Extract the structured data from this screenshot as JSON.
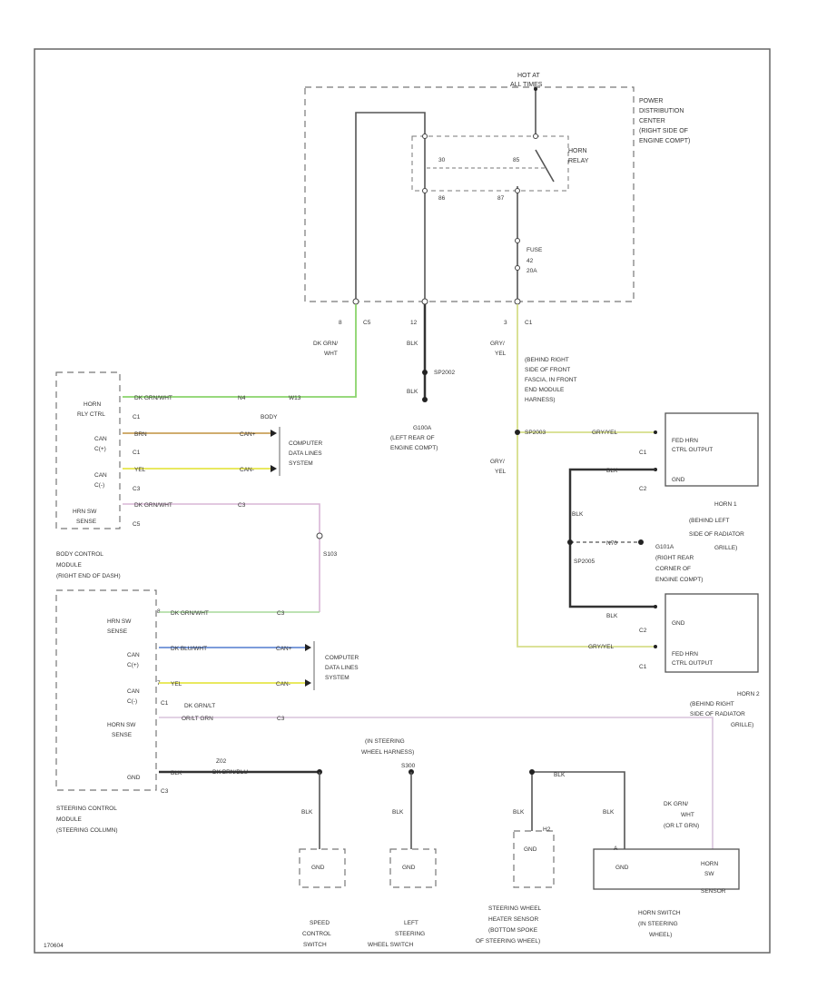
{
  "pdc": {
    "hot_at": "HOT AT",
    "all_times": "ALL TIMES",
    "label": [
      "POWER",
      "DISTRIBUTION",
      "CENTER",
      "(RIGHT SIDE OF",
      "ENGINE COMPT)"
    ],
    "relay_label": [
      "HORN",
      "RELAY"
    ],
    "pin30": "30",
    "pin85": "85",
    "pin86": "86",
    "pin87": "87",
    "fuse": [
      "FUSE",
      "42",
      "20A"
    ],
    "conn_left": "8",
    "conn_left_id": "C5",
    "conn_mid": "12",
    "conn_right": "3",
    "conn_right_id": "C1"
  },
  "wires": {
    "dkgrn_wht": [
      "DK GRN/",
      "WHT"
    ],
    "blk": "BLK",
    "gry_yel": [
      "GRY/",
      "YEL"
    ],
    "splice_sp2002": "SP2002",
    "g100a": [
      "G100A",
      "(LEFT REAR OF",
      "ENGINE COMPT)"
    ],
    "behind_fascia": [
      "(BEHIND RIGHT",
      "SIDE OF FRONT",
      "FASCIA, IN FRONT",
      "END MODULE",
      "HARNESS)"
    ],
    "splice_sp2003": "SP2003",
    "gry_yel_short": "GRY/YEL",
    "blk_short": "BLK",
    "splice_sp2005": "SP2005",
    "g101a": [
      "G101A",
      "(RIGHT REAR",
      "CORNER OF",
      "ENGINE COMPT)"
    ],
    "n70": "N70",
    "pin_num": "1",
    "pin_num_b": "1"
  },
  "bcm": {
    "rows": [
      {
        "label": [
          "HORN",
          "RLY CTRL"
        ],
        "pin": "C1",
        "wire": "DK GRN/WHT",
        "mid": "N4",
        "end": "W13"
      },
      {
        "label": [
          "CAN",
          "C(+)"
        ],
        "pin": "C1",
        "wire": "BRN",
        "mid": "CAN+",
        "end": "BODY"
      },
      {
        "label": [
          "CAN",
          "C(-)"
        ],
        "pin": "C3",
        "wire": "YEL",
        "mid": "CAN-",
        "end": ""
      },
      {
        "label": [
          "HRN SW",
          "SENSE"
        ],
        "pin": "C5",
        "wire": "DK GRN/WHT",
        "mid": "C3",
        "end": ""
      }
    ],
    "cds1": [
      "COMPUTER",
      "DATA LINES",
      "SYSTEM"
    ],
    "label": [
      "BODY CONTROL",
      "MODULE",
      "(RIGHT END OF DASH)"
    ],
    "s103": "S103"
  },
  "scm": {
    "rows": [
      {
        "label": [
          "HRN SW",
          "SENSE"
        ],
        "pin": "8",
        "wire": "DK GRN/WHT",
        "end": "C3"
      },
      {
        "label": [
          "CAN",
          "C(+)"
        ],
        "pin": "",
        "wire": "DK BLU/WHT",
        "end": "CAN+"
      },
      {
        "label": [
          "CAN",
          "C(-)"
        ],
        "pin": "7",
        "wire": "YEL",
        "end": "CAN-"
      },
      {
        "label": [
          "HORN SW",
          "SENSE"
        ],
        "pin": "C1",
        "wire": [
          "DK GRN/LT",
          "OR/LT GRN"
        ],
        "end": "C3"
      },
      {
        "label": [
          "GND"
        ],
        "pin": "C3",
        "wire": "BLK",
        "end": "Z02"
      }
    ],
    "cds2": [
      "COMPUTER",
      "DATA LINES",
      "SYSTEM"
    ],
    "label": [
      "STEERING CONTROL",
      "MODULE",
      "(STEERING COLUMN)"
    ],
    "z02": [
      "Z02",
      "DK BRN/BLU"
    ]
  },
  "horns": {
    "horn1": {
      "ctrl_label": [
        "FED HRN",
        "CTRL OUTPUT"
      ],
      "c1": "C1",
      "c2": "C2",
      "gnd": "GND",
      "title": [
        "HORN 1",
        "(BEHIND LEFT",
        "SIDE OF RADIATOR",
        "GRILLE)"
      ]
    },
    "horn2": {
      "ctrl_label": [
        "FED HRN",
        "CTRL OUTPUT"
      ],
      "c1": "C1",
      "c2": "C2",
      "gnd": "GND",
      "title": [
        "HORN 2",
        "(BEHIND RIGHT",
        "SIDE OF RADIATOR",
        "GRILLE)"
      ]
    }
  },
  "bottom": {
    "in_harness": [
      "(IN STEERING",
      "WHEEL HARNESS)"
    ],
    "s300": "S300",
    "blk": "BLK",
    "gnd": "GND",
    "speed": [
      "SPEED",
      "CONTROL",
      "SWITCH"
    ],
    "left_sw": [
      "LEFT",
      "STEERING",
      "WHEEL SWITCH"
    ],
    "heater": [
      "STEERING WHEEL",
      "HEATER SENSOR",
      "(BOTTOM SPOKE",
      "OF STEERING WHEEL)"
    ],
    "horn_sw": [
      "HORN SWITCH",
      "(IN STEERING",
      "WHEEL)"
    ],
    "horn_sw_wire": [
      "DK GRN/",
      "WHT",
      "(OR LT GRN)"
    ],
    "horn_sw_gnd": "GND",
    "horn_sw_box": [
      "HORN",
      "SW"
    ],
    "sensor": "SENSOR",
    "pin_h2": "H2",
    "pin_h1": "A"
  },
  "footer": "170604"
}
